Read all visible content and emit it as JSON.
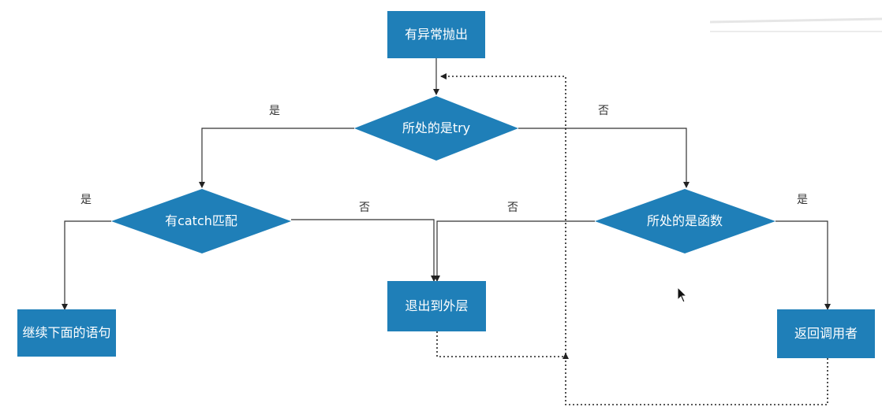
{
  "nodes": {
    "start": "有异常抛出",
    "is_try": "所处的是try",
    "catch_match": "有catch匹配",
    "is_function": "所处的是函数",
    "continue": "继续下面的语句",
    "exit_outer": "退出到外层",
    "return_caller": "返回调用者"
  },
  "edges": {
    "try_yes": "是",
    "try_no": "否",
    "catch_yes": "是",
    "catch_no": "否",
    "func_no": "否",
    "func_yes": "是"
  },
  "colors": {
    "node_fill": "#1f7fb8",
    "node_text": "#ffffff",
    "line": "#333333"
  }
}
